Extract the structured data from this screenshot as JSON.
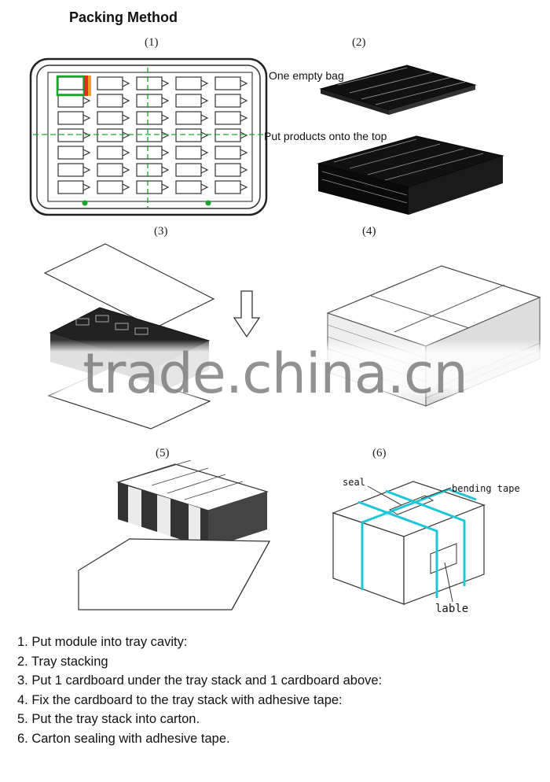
{
  "title": "Packing Method",
  "panels": [
    {
      "number": "(1)"
    },
    {
      "number": "(2)",
      "notes": [
        "One empty bag",
        "Put products onto the top"
      ]
    },
    {
      "number": "(3)"
    },
    {
      "number": "(4)"
    },
    {
      "number": "(5)"
    },
    {
      "number": "(6)",
      "callouts": [
        "seal",
        "bending tape",
        "lable"
      ]
    }
  ],
  "steps": [
    "1. Put module into tray cavity:",
    "2. Tray stacking",
    "3. Put 1 cardboard under the tray stack and 1 cardboard above:",
    "4. Fix the cardboard to the tray stack with adhesive tape:",
    "5. Put the tray stack into carton.",
    "6. Carton sealing with adhesive tape."
  ],
  "watermark": "trade.china.cn",
  "colors": {
    "guide_line": "#1aa62a",
    "tape": "#1ec7d8",
    "highlight_red": "#e0301e",
    "highlight_orange": "#f0a020"
  }
}
